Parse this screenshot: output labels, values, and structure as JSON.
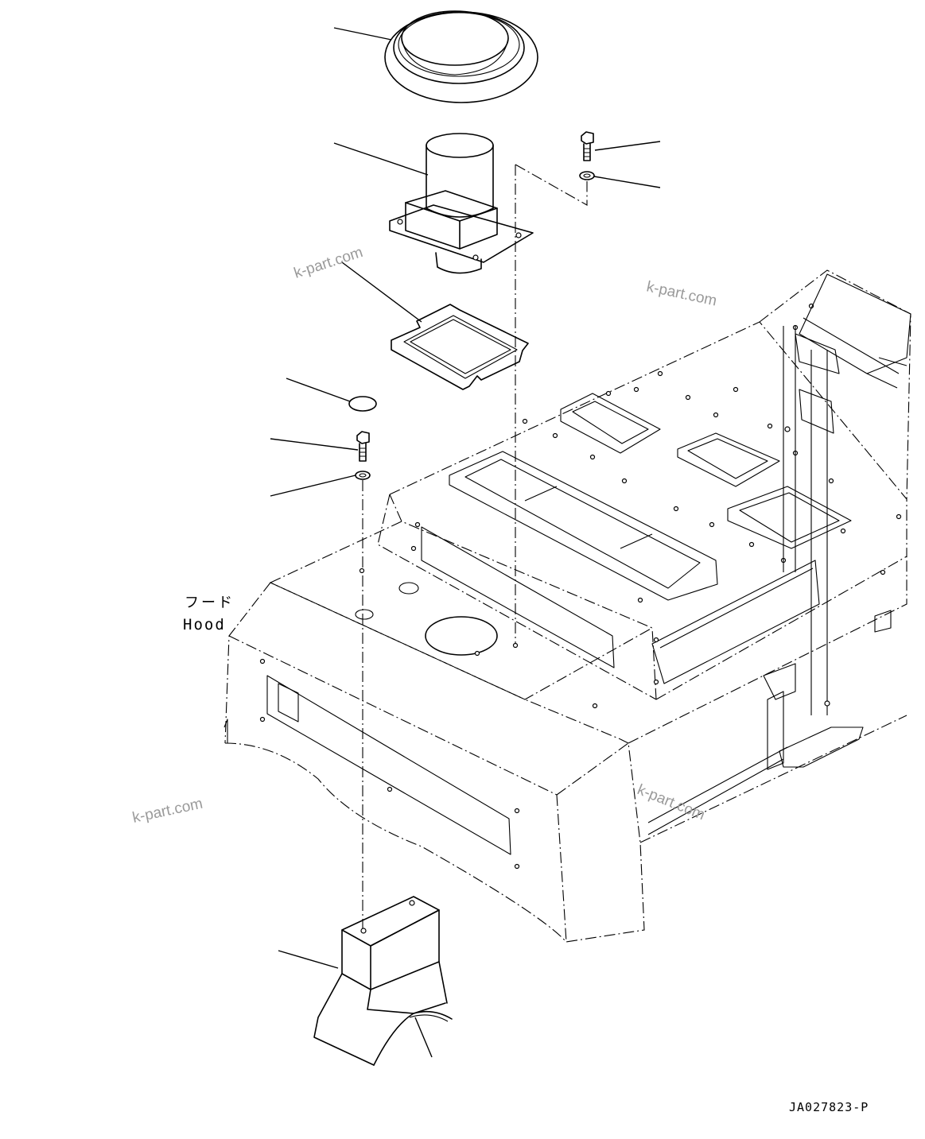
{
  "labels": {
    "hood_jp": "フード",
    "hood_en": "Hood",
    "drawing_number": "JA027823-P"
  },
  "watermarks": [
    "k-part.com",
    "k-part.com",
    "k-part.com",
    "k-part.com"
  ],
  "colors": {
    "line": "#000000",
    "watermark": "#9a9a9a",
    "background": "#ffffff"
  }
}
